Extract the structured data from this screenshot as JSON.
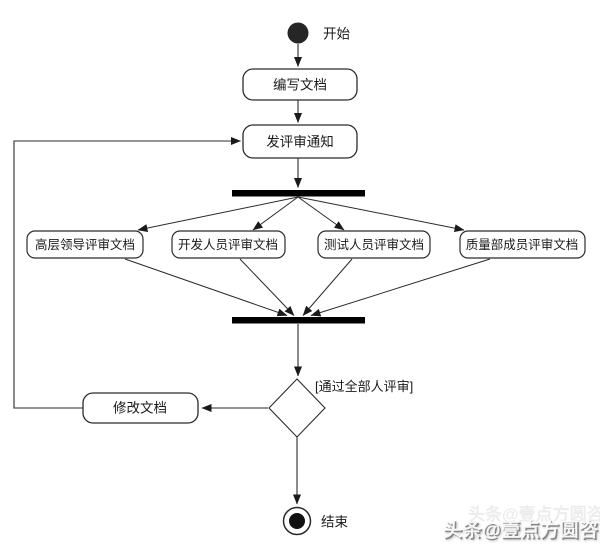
{
  "diagram": {
    "kind": "uml-activity-diagram",
    "subject": "document review workflow",
    "nodes": {
      "start": {
        "type": "initial",
        "label": "开始"
      },
      "write_doc": {
        "type": "activity",
        "label": "编写文档"
      },
      "send_notice": {
        "type": "activity",
        "label": "发评审通知"
      },
      "fork": {
        "type": "fork-bar",
        "label": ""
      },
      "review_leader": {
        "type": "activity",
        "label": "高层领导评审文档"
      },
      "review_dev": {
        "type": "activity",
        "label": "开发人员评审文档"
      },
      "review_test": {
        "type": "activity",
        "label": "测试人员评审文档"
      },
      "review_qa": {
        "type": "activity",
        "label": "质量部成员评审文档"
      },
      "join": {
        "type": "join-bar",
        "label": ""
      },
      "decision": {
        "type": "decision",
        "guard_label": "[通过全部人评审]"
      },
      "modify_doc": {
        "type": "activity",
        "label": "修改文档"
      },
      "end": {
        "type": "final",
        "label": "结束"
      }
    },
    "flows": [
      {
        "from": "start",
        "to": "write_doc"
      },
      {
        "from": "write_doc",
        "to": "send_notice"
      },
      {
        "from": "send_notice",
        "to": "fork"
      },
      {
        "from": "fork",
        "to": "review_leader"
      },
      {
        "from": "fork",
        "to": "review_dev"
      },
      {
        "from": "fork",
        "to": "review_test"
      },
      {
        "from": "fork",
        "to": "review_qa"
      },
      {
        "from": "review_leader",
        "to": "join"
      },
      {
        "from": "review_dev",
        "to": "join"
      },
      {
        "from": "review_test",
        "to": "join"
      },
      {
        "from": "review_qa",
        "to": "join"
      },
      {
        "from": "join",
        "to": "decision"
      },
      {
        "from": "decision",
        "to": "end",
        "guard": "[通过全部人评审]"
      },
      {
        "from": "decision",
        "to": "modify_doc"
      },
      {
        "from": "modify_doc",
        "to": "send_notice"
      }
    ],
    "colors": {
      "background": "#ffffff",
      "line": "#2b2b2b",
      "node_border": "#2b2b2b",
      "node_fill": "#ffffff",
      "sync_bar": "#000000",
      "text": "#1a1a1a",
      "watermark_shadow": "#7d7d7d"
    }
  },
  "watermark": {
    "text": "头条@壹点方圆咨询"
  }
}
